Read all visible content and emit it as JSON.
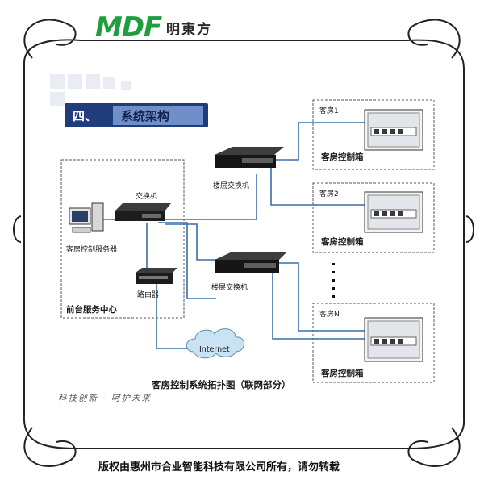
{
  "brand": {
    "logo": "MDF",
    "logo_cn": "明東方"
  },
  "section": {
    "number": "四、",
    "title": "系统架构"
  },
  "nodes": {
    "core_switch": "交换机",
    "server": "客房控制服务器",
    "router": "路由器",
    "front_desk": "前台服务中心",
    "floor_switch_1": "楼层交换机",
    "floor_switch_2": "楼层交换机",
    "internet": "Internet",
    "room1": "客房1",
    "room2": "客房2",
    "roomN": "客房N",
    "box1": "客房控制箱",
    "box2": "客房控制箱",
    "boxN": "客房控制箱"
  },
  "caption": "客房控制系统拓扑图（联网部分）",
  "slogan": "科技创新 · 呵护未来",
  "copyright": "版权由惠州市合业智能科技有限公司所有，请勿转载",
  "colors": {
    "link": "#3a6ea5",
    "header": "#1f3d7a",
    "logo": "#1e9e3e",
    "frame": "#222222"
  }
}
